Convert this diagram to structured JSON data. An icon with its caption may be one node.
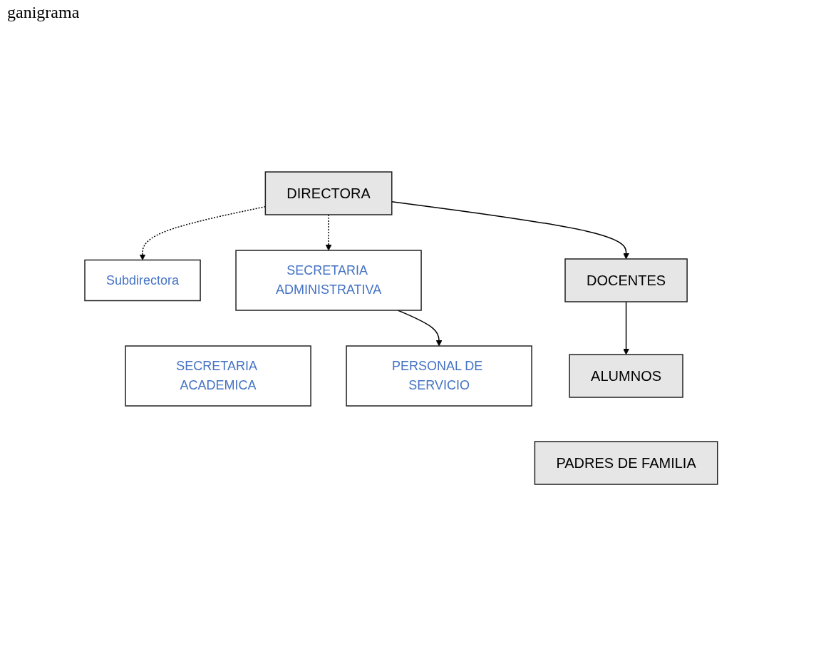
{
  "diagram": {
    "title": "ganigrama",
    "nodes": [
      {
        "text": [
          "DIRECTORA"
        ]
      },
      {
        "text": [
          "Subdirectora"
        ]
      },
      {
        "text": [
          "SECRETARIA ADMINISTRATIVA"
        ]
      },
      {
        "text": [
          "SECRETARIA ACADEMICA"
        ]
      },
      {
        "text": [
          "PERSONAL DE SERVICIO"
        ]
      },
      {
        "text": [
          "DOCENTES"
        ]
      },
      {
        "text": [
          "ALUMNOS"
        ]
      },
      {
        "text": [
          "PADRES DE FAMILIA"
        ]
      }
    ],
    "edges": [
      {
        "from": 0,
        "to": 1,
        "arrow": "to",
        "style": "dashed"
      },
      {
        "from": 0,
        "to": 2,
        "arrow": "to",
        "style": "dashed"
      },
      {
        "from": 2,
        "to": 4,
        "arrow": "to"
      },
      {
        "from": 0,
        "to": 5,
        "arrow": "to"
      },
      {
        "from": 5,
        "to": 6,
        "arrow": "to"
      }
    ]
  }
}
